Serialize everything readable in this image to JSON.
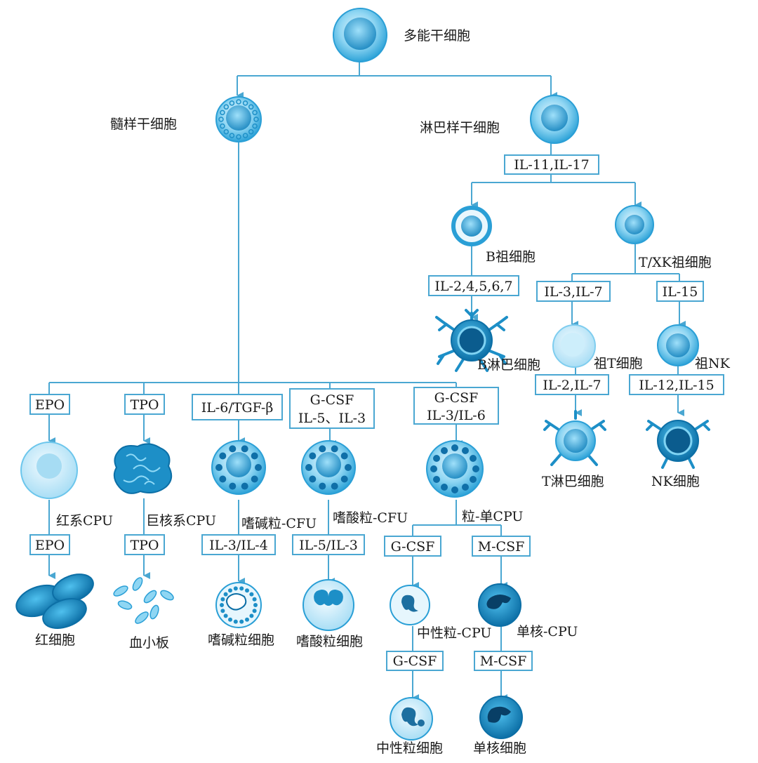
{
  "colors": {
    "line": "#4aa7d2",
    "cell_light": "#bfe6f7",
    "cell_mid": "#5cc0ea",
    "cell_dark": "#1d8fc7",
    "nucleus": "#0f6fa8",
    "text": "#1a1a1a"
  },
  "cells": {
    "pluripotent": "多能干细胞",
    "myeloid": "髓样干细胞",
    "lymphoid": "淋巴样干细胞",
    "b_progenitor": "B祖细胞",
    "txk_progenitor": "T/XK祖细胞",
    "b_lymphocyte": "B淋巴细胞",
    "pro_t": "祖T细胞",
    "pro_nk": "祖NK",
    "t_lymphocyte": "T淋巴细胞",
    "nk_cell": "NK细胞",
    "erythroid_cpu": "红系CPU",
    "mega_cpu": "巨核系CPU",
    "baso_cfu": "嗜碱粒-CFU",
    "eos_cfu": "嗜酸粒-CFU",
    "gm_cpu": "粒-单CPU",
    "neut_cpu": "中性粒-CPU",
    "mono_cpu": "单核-CPU",
    "rbc": "红细胞",
    "platelet": "血小板",
    "basophil": "嗜碱粒细胞",
    "eosinophil": "嗜酸粒细胞",
    "neutrophil": "中性粒细胞",
    "monocyte": "单核细胞"
  },
  "factors": {
    "il11_17": "IL-11,IL-17",
    "il2_4567": "IL-2,4,5,6,7",
    "il3_7": "IL-3,IL-7",
    "il15": "IL-15",
    "il2_7": "IL-2,IL-7",
    "il12_15": "IL-12,IL-15",
    "epo1": "EPO",
    "tpo1": "TPO",
    "il6_tgf": "IL-6/TGF-β",
    "gcsf_a1": "G-CSF",
    "gcsf_a2": "IL-5、IL-3",
    "gcsf_b1": "G-CSF",
    "gcsf_b2": "IL-3/IL-6",
    "epo2": "EPO",
    "tpo2": "TPO",
    "il3_4": "IL-3/IL-4",
    "il5_3": "IL-5/IL-3",
    "gcsf2": "G-CSF",
    "mcsf1": "M-CSF",
    "gcsf3": "G-CSF",
    "mcsf2": "M-CSF"
  }
}
